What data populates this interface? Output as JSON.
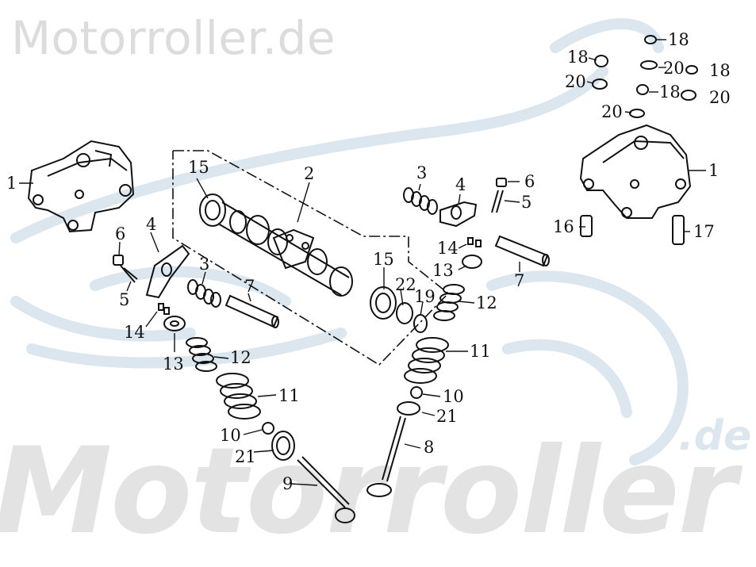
{
  "watermark": {
    "site_title": "Motorroller.de",
    "big_word": "Motorroller",
    "domain_suffix": ".de"
  },
  "colors": {
    "watermark_gray": "#dcdcdc",
    "watermark_blue": "#dbe6ef",
    "line": "#111111"
  },
  "callouts": {
    "c1_left": "1",
    "c1_right": "1",
    "c2": "2",
    "c3_left": "3",
    "c3_right": "3",
    "c4_left": "4",
    "c4_right": "4",
    "c5_left": "5",
    "c5_right": "5",
    "c6_left": "6",
    "c6_right": "6",
    "c7_left": "7",
    "c7_right": "7",
    "c8": "8",
    "c9": "9",
    "c10_left": "10",
    "c10_right": "10",
    "c11_left": "11",
    "c11_right": "11",
    "c12_left": "12",
    "c12_right": "12",
    "c13_left": "13",
    "c13_right": "13",
    "c14_left": "14",
    "c14_right": "14",
    "c15_left": "15",
    "c15_right": "15",
    "c16": "16",
    "c17": "17",
    "c18_a": "18",
    "c18_b": "18",
    "c18_c": "18",
    "c18_d": "18",
    "c19": "19",
    "c20_a": "20",
    "c20_b": "20",
    "c20_c": "20",
    "c20_d": "20",
    "c21_left": "21",
    "c21_right": "21",
    "c22": "22"
  }
}
